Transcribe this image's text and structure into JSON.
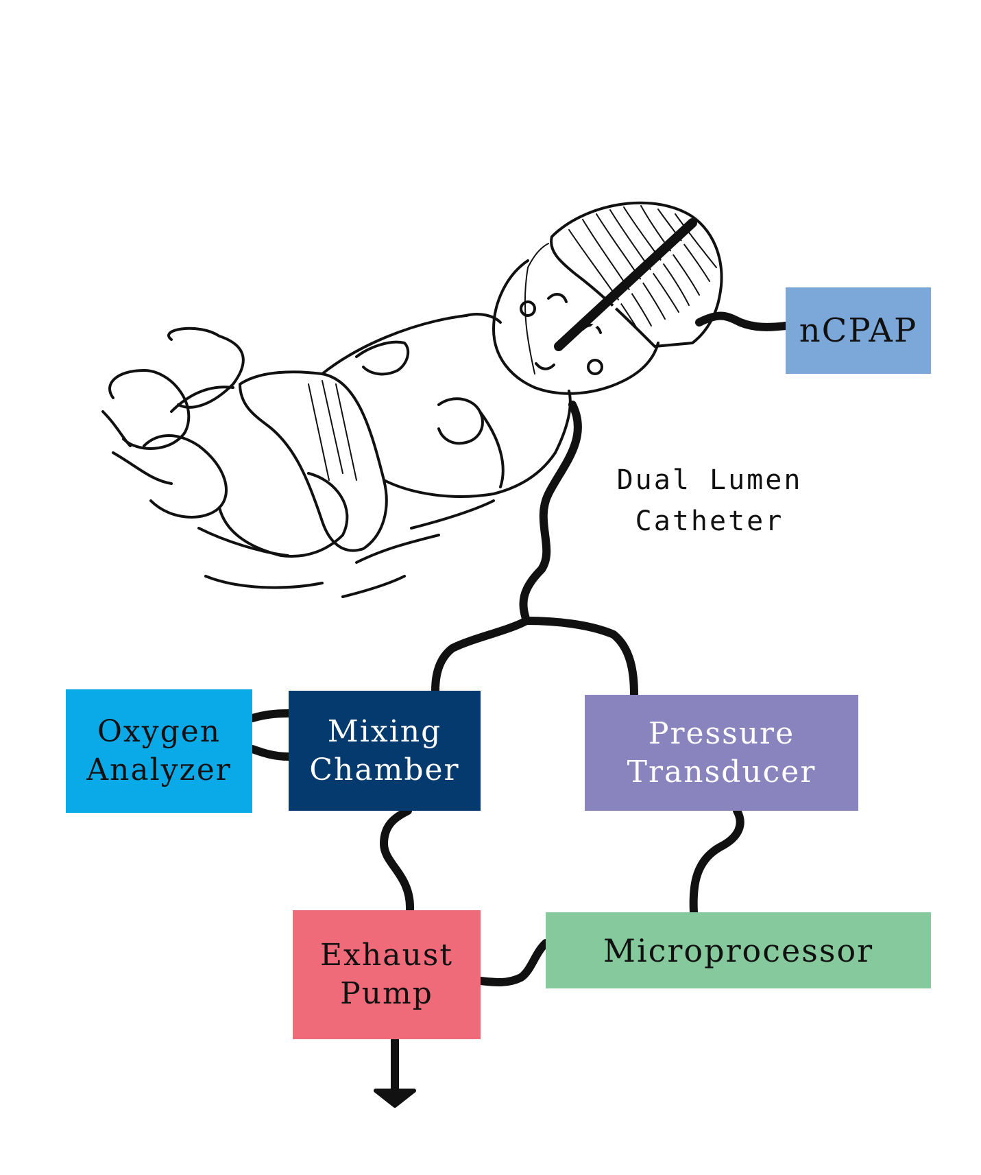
{
  "diagram": {
    "colors": {
      "ncpap": "#7BA7D9",
      "oxygen_analyzer": "#0AAAE8",
      "mixing_chamber": "#043A6E",
      "pressure_transducer": "#8A84BE",
      "exhaust_pump": "#EF6B7A",
      "microprocessor": "#85C99C",
      "line": "#111111"
    },
    "nodes": {
      "ncpap": {
        "lines": [
          "nCPAP"
        ]
      },
      "oxygen_analyzer": {
        "lines": [
          "Oxygen",
          "Analyzer"
        ]
      },
      "mixing_chamber": {
        "lines": [
          "Mixing",
          "Chamber"
        ]
      },
      "pressure_transducer": {
        "lines": [
          "Pressure",
          "Transducer"
        ]
      },
      "exhaust_pump": {
        "lines": [
          "Exhaust",
          "Pump"
        ]
      },
      "microprocessor": {
        "lines": [
          "Microprocessor"
        ]
      }
    },
    "catheter_label": {
      "lines": [
        "Dual Lumen",
        "Catheter"
      ]
    },
    "edges": [
      {
        "from": "ncpap",
        "to": "infant-nasal-prongs"
      },
      {
        "from": "infant-nasal-prongs",
        "to": "catheter-split"
      },
      {
        "from": "catheter-split",
        "to": "mixing_chamber"
      },
      {
        "from": "catheter-split",
        "to": "pressure_transducer"
      },
      {
        "from": "oxygen_analyzer",
        "to": "mixing_chamber"
      },
      {
        "from": "mixing_chamber",
        "to": "exhaust_pump"
      },
      {
        "from": "pressure_transducer",
        "to": "microprocessor"
      },
      {
        "from": "microprocessor",
        "to": "exhaust_pump"
      },
      {
        "from": "exhaust_pump",
        "to": "exhaust-outlet"
      }
    ],
    "icons": [
      "infant-illustration",
      "exhaust-arrow-icon"
    ]
  }
}
